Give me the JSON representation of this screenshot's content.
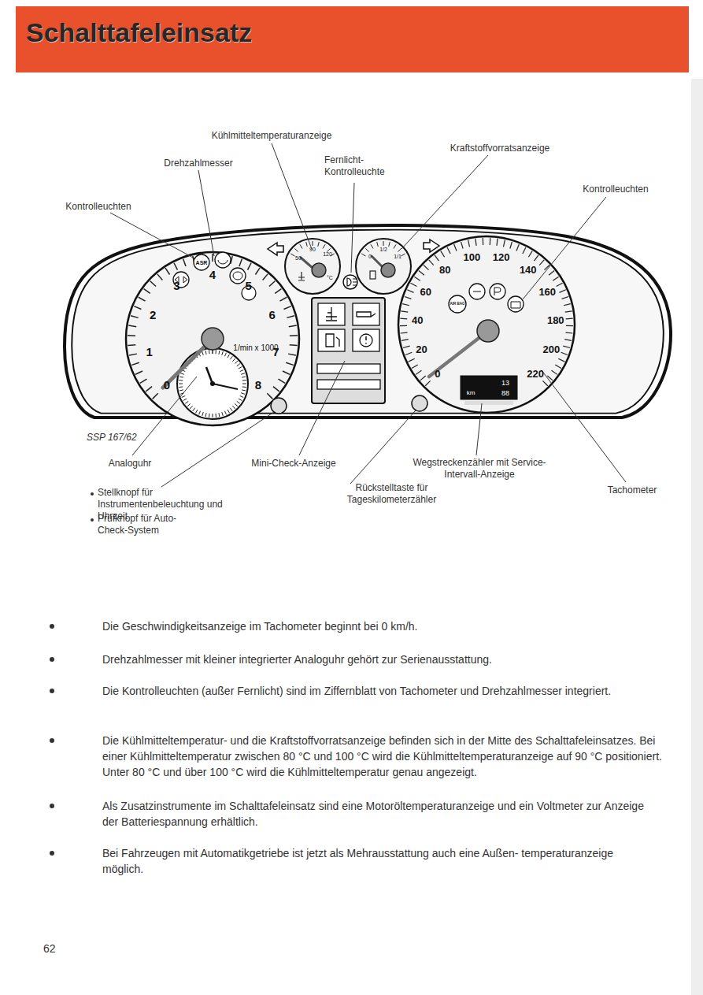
{
  "diagram": {
    "title": "Schalttafeleinsatz",
    "labels": [
      "Kühlmitteltemperaturanzeige",
      "Drehzahlmesser",
      "Fernlicht- Kontrolleuchte",
      "Kraftstoffvorratsanzeige",
      "Kontrolleuchten",
      "Kontrolleuchten",
      "0",
      "1",
      "2",
      "3",
      "4",
      "5",
      "6",
      "7",
      "8",
      "1/min x 1000",
      "0",
      "20",
      "40",
      "60",
      "80",
      "100",
      "120",
      "140",
      "160",
      "180",
      "200",
      "220",
      "50",
      "90",
      "120",
      "°C",
      "0",
      "1/2",
      "1/1",
      "ASR",
      "AIR BAG",
      "13",
      "km",
      "88",
      "SSP 167/62",
      "Analoguhr",
      "Mini-Check-Anzeige",
      "Wegstreckenzähler mit Service-Intervall-Anzeige",
      "Stellknopf für Instrumentenbeleuchtung und Uhrzeit",
      "Prüfknopf für Auto-Check-System",
      "Rückstelltaste für Tageskilometerzähler",
      "Tachometer",
      "Die Geschwindigkeitsanzeige im Tachometer beginnt bei 0 km/h.",
      "Drehzahlmesser mit kleiner integrierter Analoguhr gehört zur Serienausstattung.",
      "Die Kontrolleuchten (außer Fernlicht) sind im Ziffernblatt von Tachometer und Drehzahlmesser integriert.",
      "Die Kühlmitteltemperatur- und die Kraftstoffvorratsanzeige befinden sich in der Mitte des Schalttafeleinsatzes. Bei einer Kühlmitteltemperatur zwischen 80 °C und 100 °C wird die Kühlmitteltemperaturanzeige auf 90 °C positioniert. Unter 80 °C und über 100 °C wird die Kühlmitteltemperatur genau angezeigt.",
      "Als Zusatzinstrumente im Schalttafeleinsatz sind eine Motoröltemperaturanzeige und ein Voltmeter zur Anzeige der Batteriespannung erhältlich.",
      "Bei Fahrzeugen mit Automatikgetriebe ist jetzt als Mehrausstattung auch eine Außen- temperaturanzeige möglich.",
      "62"
    ]
  }
}
